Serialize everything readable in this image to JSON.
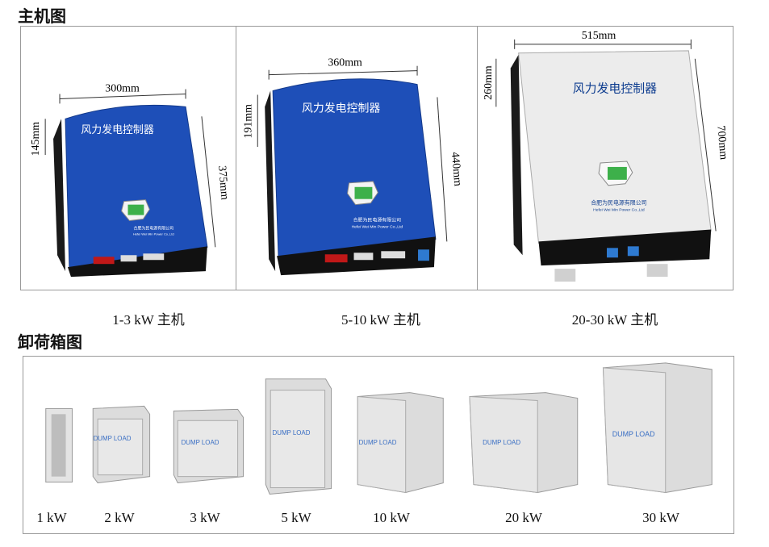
{
  "sections": {
    "main_title": "主机图",
    "dump_title": "卸荷箱图"
  },
  "controllers": [
    {
      "caption": "1-3 kW 主机",
      "panel_text": "风力发电控制器",
      "width_dim": "300mm",
      "height_dim": "375mm",
      "depth_dim": "145mm",
      "company_cn": "合肥为民电源有限公司",
      "company_en": "Hefei Wei Min Power Co.,Ltd",
      "color": "#1e4fb8"
    },
    {
      "caption": "5-10 kW 主机",
      "panel_text": "风力发电控制器",
      "width_dim": "360mm",
      "height_dim": "440mm",
      "depth_dim": "191mm",
      "company_cn": "合肥为民电源有限公司",
      "company_en": "Hefei Wei Min Power Co.,Ltd",
      "color": "#1e4fb8"
    },
    {
      "caption": "20-30 kW 主机",
      "panel_text": "风力发电控制器",
      "width_dim": "515mm",
      "height_dim": "700mm",
      "depth_dim": "260mm",
      "company_cn": "合肥为民电源有限公司",
      "company_en": "Hefei Wei Min Power Co.,Ltd",
      "color": "#ececec"
    }
  ],
  "dump_loads": [
    {
      "label": "1 kW"
    },
    {
      "label": "2 kW",
      "box_text": "DUMP LOAD"
    },
    {
      "label": "3 kW",
      "box_text": "DUMP LOAD"
    },
    {
      "label": "5 kW",
      "box_text": "DUMP LOAD"
    },
    {
      "label": "10 kW",
      "box_text": "DUMP LOAD"
    },
    {
      "label": "20 kW",
      "box_text": "DUMP LOAD"
    },
    {
      "label": "30 kW",
      "box_text": "DUMP LOAD"
    }
  ]
}
